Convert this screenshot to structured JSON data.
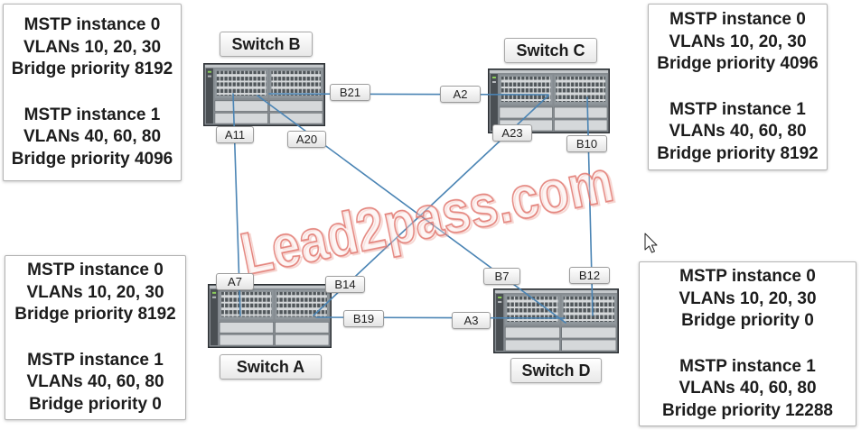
{
  "config_boxes": {
    "top_left": {
      "instance0": {
        "title": "MSTP instance 0",
        "vlans": "VLANs 10, 20, 30",
        "priority": "Bridge priority 8192"
      },
      "instance1": {
        "title": "MSTP instance 1",
        "vlans": "VLANs 40, 60, 80",
        "priority": "Bridge priority 4096"
      }
    },
    "top_right": {
      "instance0": {
        "title": "MSTP instance 0",
        "vlans": "VLANs 10, 20, 30",
        "priority": "Bridge priority 4096"
      },
      "instance1": {
        "title": "MSTP instance 1",
        "vlans": "VLANs 40, 60, 80",
        "priority": "Bridge priority 8192"
      }
    },
    "bottom_left": {
      "instance0": {
        "title": "MSTP instance 0",
        "vlans": "VLANs 10, 20, 30",
        "priority": "Bridge priority 8192"
      },
      "instance1": {
        "title": "MSTP instance 1",
        "vlans": "VLANs 40, 60, 80",
        "priority": "Bridge priority 0"
      }
    },
    "bottom_right": {
      "instance0": {
        "title": "MSTP instance 0",
        "vlans": "VLANs 10, 20, 30",
        "priority": "Bridge priority 0"
      },
      "instance1": {
        "title": "MSTP instance 1",
        "vlans": "VLANs 40, 60, 80",
        "priority": "Bridge priority 12288"
      }
    }
  },
  "switches": {
    "a": {
      "label": "Switch A"
    },
    "b": {
      "label": "Switch B"
    },
    "c": {
      "label": "Switch C"
    },
    "d": {
      "label": "Switch D"
    }
  },
  "ports": {
    "b21": "B21",
    "a2": "A2",
    "a11": "A11",
    "a20": "A20",
    "a23": "A23",
    "b10": "B10",
    "a7": "A7",
    "b14": "B14",
    "b7": "B7",
    "b12": "B12",
    "b19": "B19",
    "a3": "A3"
  },
  "watermark": "Lead2pass.com",
  "icons": {
    "cursor": "cursor-icon",
    "switch": "network-switch-icon"
  },
  "colors": {
    "link": "#4a84b4",
    "watermark": "#e27a72",
    "box_border": "#b4b4b4",
    "text": "#1c1c1c"
  }
}
